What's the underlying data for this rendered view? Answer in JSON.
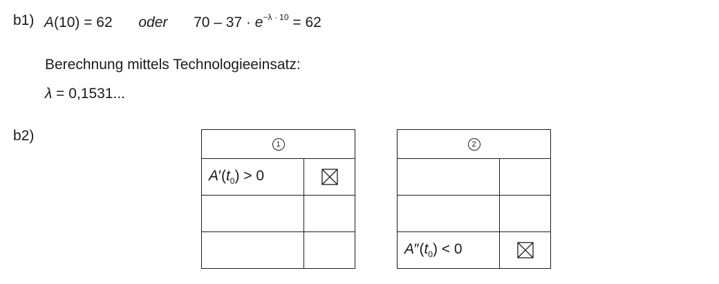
{
  "b1": {
    "label": "b1)",
    "eq_left": "A(10) = 62",
    "connector": "oder",
    "eq_right_base": "70 – 37 · e",
    "eq_right_exp": "−λ · 10",
    "eq_right_end": " = 62",
    "calc_text": "Berechnung mittels Technologieeinsatz:",
    "lambda_result": "λ = 0,1531..."
  },
  "b2": {
    "label": "b2)",
    "tables": [
      {
        "header": "1",
        "rows": [
          {
            "statement": "A′(t0) > 0",
            "checked": true
          },
          {
            "statement": "",
            "checked": false
          },
          {
            "statement": "",
            "checked": false
          }
        ]
      },
      {
        "header": "2",
        "rows": [
          {
            "statement": "",
            "checked": false
          },
          {
            "statement": "",
            "checked": false
          },
          {
            "statement": "A″(t0) < 0",
            "checked": true
          }
        ]
      }
    ]
  }
}
